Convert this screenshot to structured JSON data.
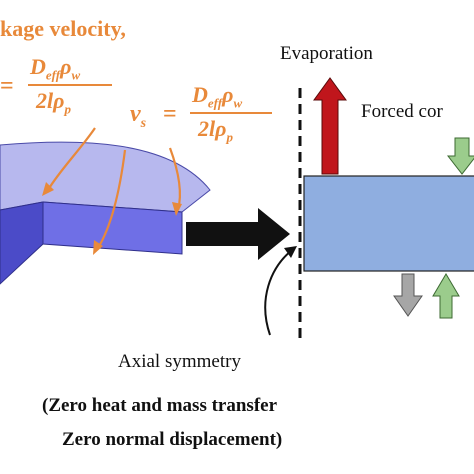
{
  "figure": {
    "labels": {
      "leakage_velocity": "kage velocity,",
      "eq_left_prefix": "=",
      "eq_fraction_numerator": "D",
      "eq_fraction_numerator_sub": "eff",
      "eq_fraction_numerator_tail": "ρ",
      "eq_fraction_numerator_tail_sub": "w",
      "eq_fraction_denominator": "2lρ",
      "eq_fraction_denominator_sub": "p",
      "eq_right_lhs": "v",
      "eq_right_lhs_sub": "s",
      "eq_right_equals": "=",
      "evaporation": "Evaporation",
      "forced_convection": "Forced cor",
      "axial_symmetry": "Axial symmetry",
      "zero_heat_mass": "(Zero heat and mass transfer",
      "zero_normal_disp": "Zero normal displacement)"
    },
    "colors": {
      "orange_text": "#e8893a",
      "disk_top": "#b7b8ee",
      "disk_front": "#6f6fe6",
      "disk_side": "#4b4bc8",
      "block_fill": "#8faee0",
      "red_arrow": "#c0161c",
      "green_arrow": "#9bcc8c",
      "gray_arrow": "#a6a6a6",
      "black": "#111111"
    }
  }
}
